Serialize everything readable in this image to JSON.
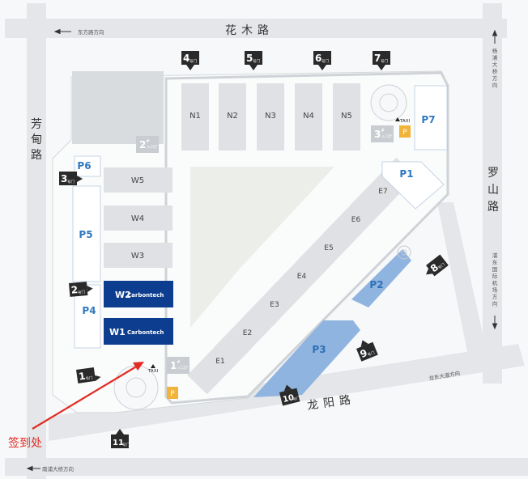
{
  "roads": {
    "top": "花木路",
    "left": "芳甸路",
    "right": "罗山路",
    "bottom": "龙阳路",
    "top_direction": "东方路方向",
    "right_top_direction": "杨浦大桥方向",
    "right_bottom_direction": "浦东国际机场方向",
    "bottom_direction": "南浦大桥方向",
    "bottom_right_direction": "龙东大道方向"
  },
  "halls_north": [
    "N1",
    "N2",
    "N3",
    "N4",
    "N5"
  ],
  "halls_west": [
    "W5",
    "W4",
    "W3"
  ],
  "halls_east": [
    "E1",
    "E2",
    "E3",
    "E4",
    "E5",
    "E6",
    "E7"
  ],
  "sponsor_halls": [
    {
      "id": "W2",
      "brand": "Carbontech",
      "color": "#0d3d8f"
    },
    {
      "id": "W1",
      "brand": "Carbontech",
      "color": "#0d3d8f"
    }
  ],
  "gates": [
    {
      "num": "1",
      "label": "号门"
    },
    {
      "num": "2",
      "label": "号门"
    },
    {
      "num": "3",
      "label": "号门"
    },
    {
      "num": "4",
      "label": "号门"
    },
    {
      "num": "5",
      "label": "号门"
    },
    {
      "num": "6",
      "label": "号门"
    },
    {
      "num": "7",
      "label": "号门"
    },
    {
      "num": "8",
      "label": "号门"
    },
    {
      "num": "9",
      "label": "号门"
    },
    {
      "num": "10",
      "label": "号门"
    },
    {
      "num": "11",
      "label": "号门"
    }
  ],
  "entrances": [
    {
      "num": "1",
      "suffix": "#",
      "label": "入口厅"
    },
    {
      "num": "2",
      "suffix": "#",
      "label": "入口厅"
    },
    {
      "num": "3",
      "suffix": "#",
      "label": "入口厅"
    }
  ],
  "parking": [
    "P1",
    "P2",
    "P3",
    "P4",
    "P5",
    "P6",
    "P7"
  ],
  "parking_small": "P",
  "taxi": "TAXI",
  "signin": "签到处",
  "colors": {
    "road": "#e4e6e9",
    "hall": "#dfe1e4",
    "parking": "#8fb4e0",
    "parking_label": "#2f79c0",
    "sponsor": "#0d3d8f",
    "arrow": "#e12d24",
    "gate": "#2a2a2a",
    "small_p": "#f0b43b"
  }
}
